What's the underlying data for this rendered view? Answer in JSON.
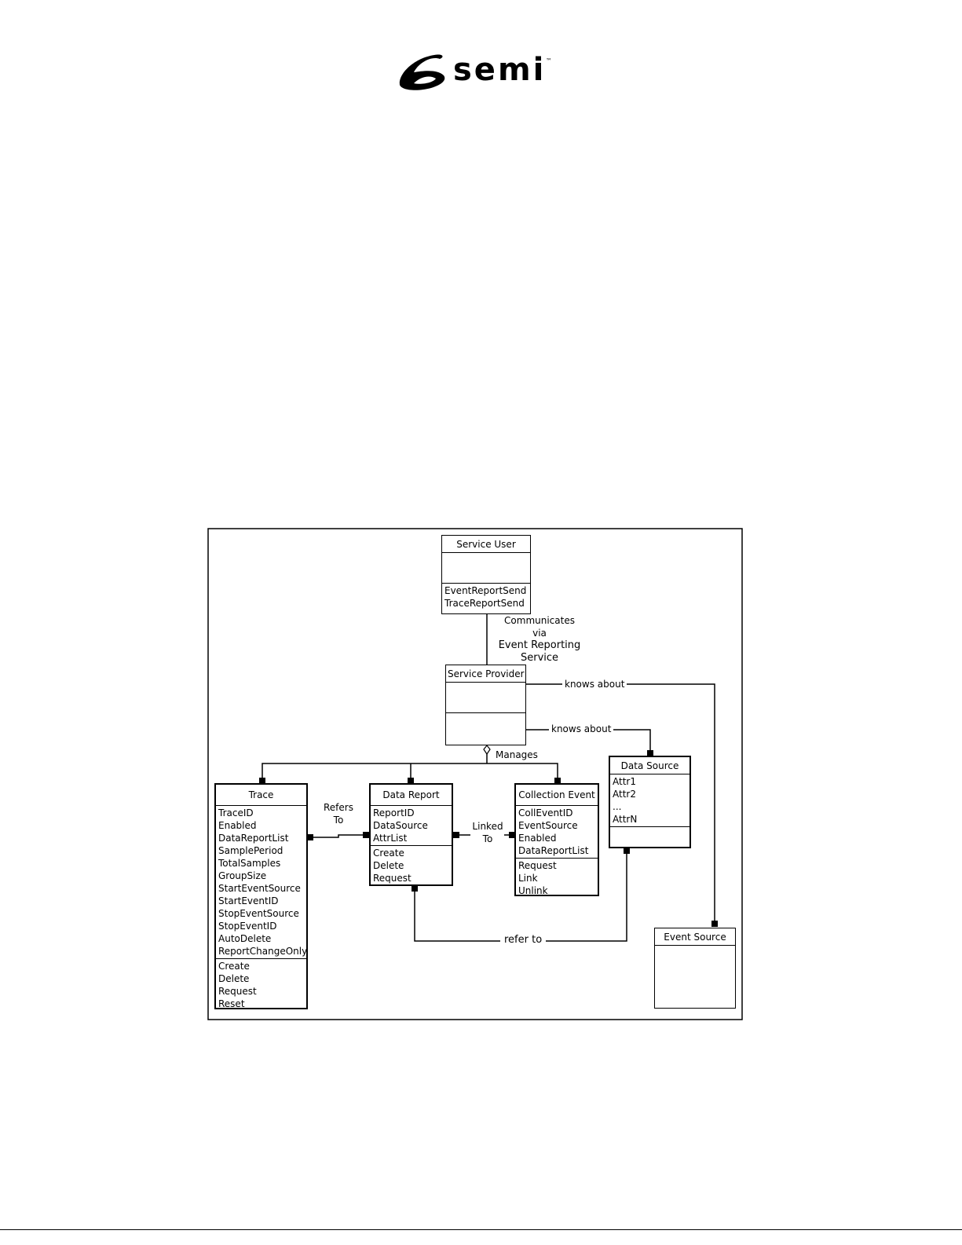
{
  "logo": {
    "text": "semi",
    "tm": "™"
  },
  "classes": {
    "service_user": {
      "name": "Service User",
      "attributes": [],
      "operations": [
        "EventReportSend",
        "TraceReportSend"
      ]
    },
    "service_provider": {
      "name": "Service Provider",
      "attributes": [],
      "operations": []
    },
    "data_source": {
      "name": "Data Source",
      "attributes": [
        "Attr1",
        "Attr2",
        "...",
        "AttrN"
      ],
      "operations": []
    },
    "trace": {
      "name": "Trace",
      "attributes": [
        "TraceID",
        "Enabled",
        "DataReportList",
        "SamplePeriod",
        "TotalSamples",
        "GroupSize",
        "StartEventSource",
        "StartEventID",
        "StopEventSource",
        "StopEventID",
        "AutoDelete",
        "ReportChangeOnly"
      ],
      "operations": [
        "Create",
        "Delete",
        "Request",
        "Reset"
      ]
    },
    "data_report": {
      "name": "Data Report",
      "attributes": [
        "ReportID",
        "DataSource",
        "AttrList"
      ],
      "operations": [
        "Create",
        "Delete",
        "Request"
      ]
    },
    "collection_event": {
      "name": "Collection Event",
      "attributes": [
        "CollEventID",
        "EventSource",
        "Enabled",
        "DataReportList"
      ],
      "operations": [
        "Request",
        "Link",
        "Unlink"
      ]
    },
    "event_source": {
      "name": "Event Source",
      "attributes": [],
      "operations": []
    }
  },
  "relations": {
    "communicates": [
      "Communicates",
      "via",
      "Event Reporting",
      "Service"
    ],
    "knows_about_event_source": "knows about",
    "knows_about_data_source": "knows about",
    "manages": "Manages",
    "refers_to": [
      "Refers",
      "To"
    ],
    "linked_to": [
      "Linked",
      "To"
    ],
    "refer_to": "refer to"
  }
}
